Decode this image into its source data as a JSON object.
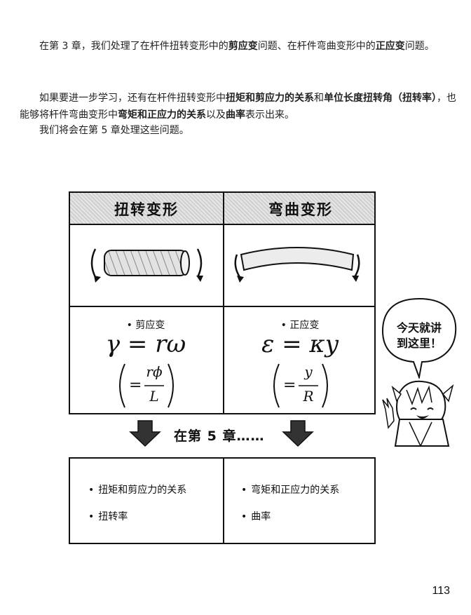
{
  "paragraphs": {
    "p1": {
      "a": "在第 3 章，我们处理了在杆件扭转变形中的",
      "b": "剪应变",
      "c": "问题、在杆件弯曲变形中的",
      "d": "正应变",
      "e": "问题。"
    },
    "p2": {
      "a": "如果要进一步学习，还有在杆件扭转变形中",
      "b": "扭矩和剪应力的关系",
      "c": "和",
      "d": "单位长度扭转角（扭转率）",
      "e": "，也能够将杆件弯曲变形中",
      "f": "弯矩和正应力的关系",
      "g": "以及",
      "h": "曲率",
      "i": "表示出来。"
    },
    "p3": "我们将会在第 5 章处理这些问题。"
  },
  "table1": {
    "header_left": "扭转变形",
    "header_right": "弯曲变形",
    "left": {
      "label": "• 剪应变",
      "formula": "γ = rω",
      "frac_num": "rϕ",
      "frac_den": "L"
    },
    "right": {
      "label": "• 正应变",
      "formula": "ε = κy",
      "frac_num": "y",
      "frac_den": "R"
    },
    "eq_sign": "="
  },
  "banner": "在第 5 章……",
  "bubble_text_1": "今天就讲",
  "bubble_text_2": "到这里！",
  "table2": {
    "left": [
      "扭矩和剪应力的关系",
      "扭转率"
    ],
    "right": [
      "弯矩和正应力的关系",
      "曲率"
    ],
    "bullet": "•"
  },
  "page_number": "113"
}
